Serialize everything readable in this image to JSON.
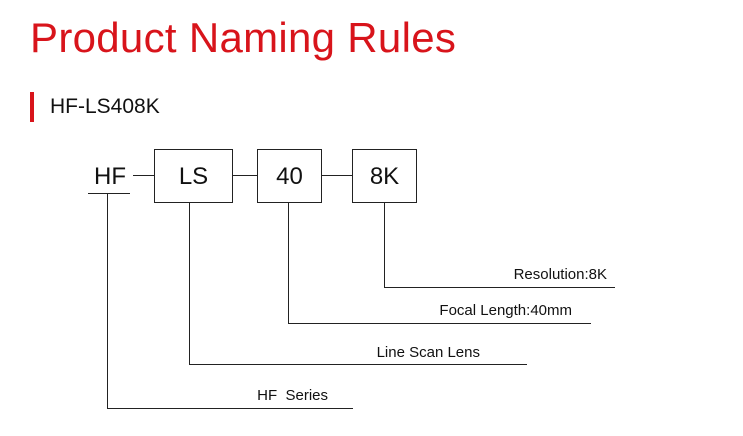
{
  "title": "Product Naming Rules",
  "model": "HF-LS408K",
  "segments": {
    "series_code": "HF",
    "type_code": "LS",
    "focal_code": "40",
    "resolution_code": "8K"
  },
  "labels": {
    "resolution": "Resolution:8K",
    "focal_length": "Focal Length:40mm",
    "type": "Line Scan Lens",
    "series": "HF  Series"
  },
  "colors": {
    "accent": "#d8141b",
    "text": "#111111",
    "line": "#222222"
  }
}
